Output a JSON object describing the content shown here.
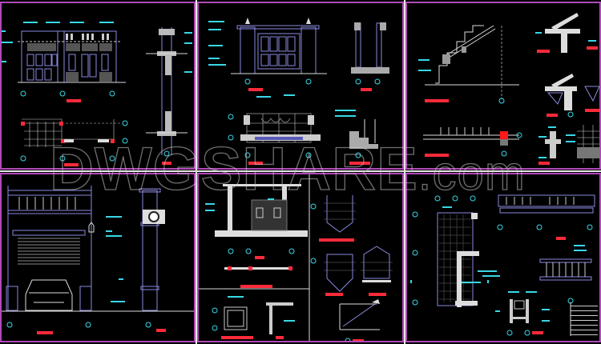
{
  "sheet": {
    "background": "#000000",
    "frame_color": "#b04ab8",
    "divider_color": "#e8e8e8",
    "label_color_title": "#ff2a3a",
    "label_color_dim": "#38d8e8",
    "line_color": "#7a7ad8"
  },
  "watermark": {
    "text_main": "DWGSHARE",
    "text_suffix": ".com"
  },
  "panels": [
    {
      "id": "p1",
      "content": "gate front elevation with two sets of paneled doors, plan view below, vertical wall section at right"
    },
    {
      "id": "p2",
      "content": "gate elevation with four-leaf door between lantern-topped pillars, pillar section, plan view, step section"
    },
    {
      "id": "p3",
      "content": "stair railing elevation, roof eave details, bracket details, fence plan and footing detail"
    },
    {
      "id": "p4",
      "content": "garage gate elevation with roller shutter, car outline, balustrade above, wall lamp, pillar section"
    },
    {
      "id": "p5",
      "content": "wall elevation with openings, plan strip, box detail, wall section, pillar cap plans and arched niche"
    },
    {
      "id": "p6",
      "content": "tiled floor plan, balustrade elevations, section detail, notes list"
    }
  ],
  "notes_list_lines": 7
}
